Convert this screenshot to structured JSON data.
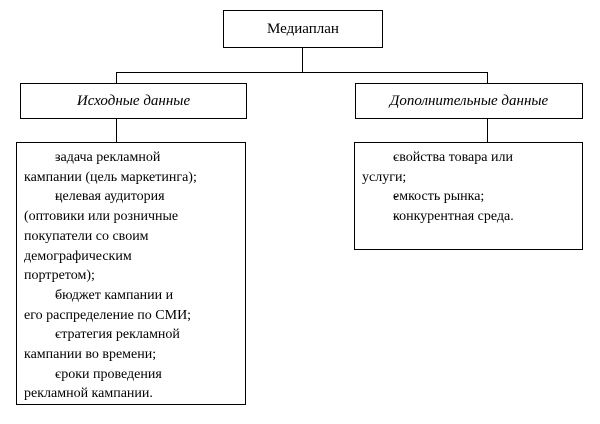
{
  "diagram": {
    "bullet": "-",
    "colors": {
      "line": "#000000",
      "background": "#ffffff",
      "text": "#000000"
    },
    "root": {
      "label": "Медиаплан"
    },
    "branches": [
      {
        "title": "Исходные данные",
        "items": [
          "задача рекламной\nкампании (цель маркетинга);",
          "целевая аудитория\n(оптовики или розничные\nпокупатели со своим\nдемографическим\nпортретом);",
          "бюджет кампании и\nего распределение по СМИ;",
          "стратегия рекламной\nкампании во времени;",
          "сроки проведения\nрекламной кампании."
        ]
      },
      {
        "title": "Дополнительные данные",
        "items": [
          "свойства товара или\nуслуги;",
          "емкость рынка;",
          "конкурентная среда."
        ]
      }
    ]
  }
}
